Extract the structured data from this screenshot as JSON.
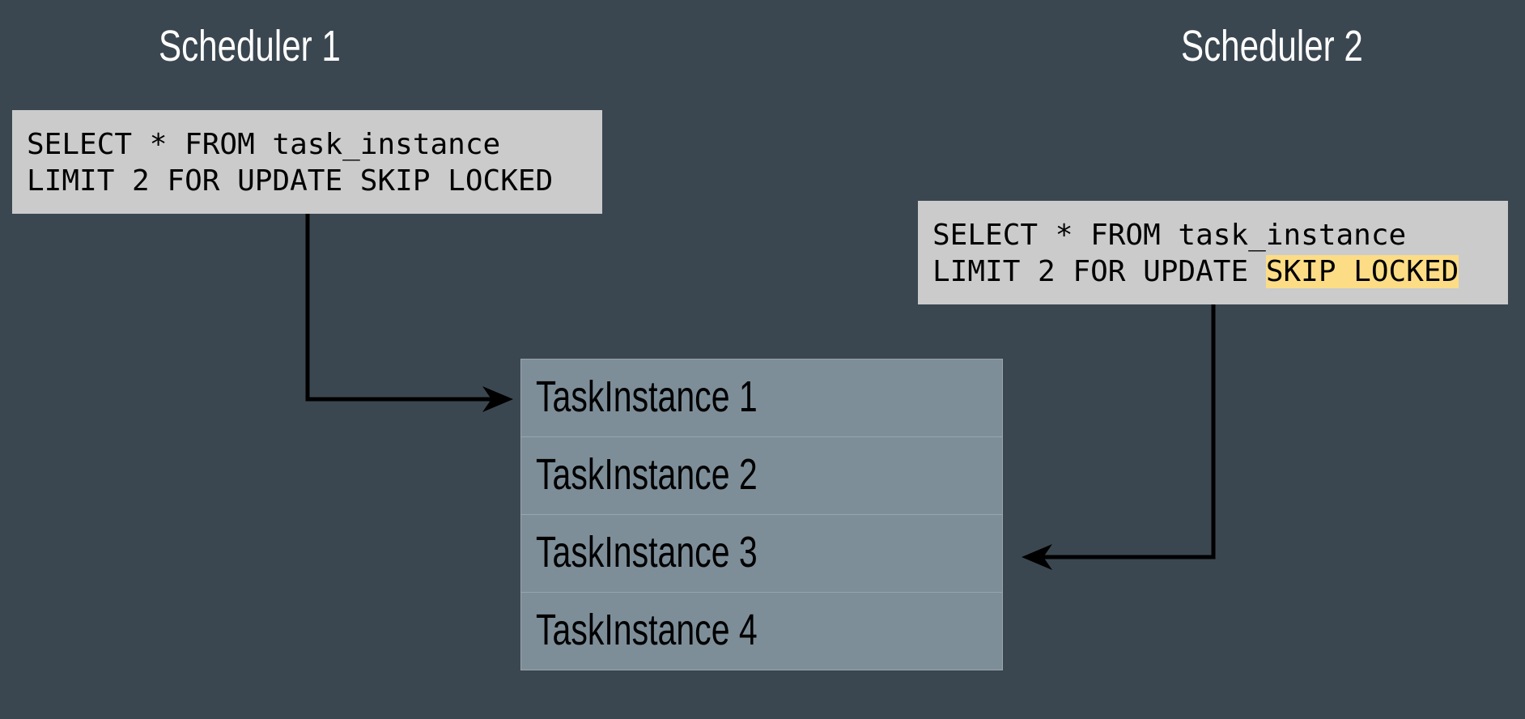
{
  "scheduler_1": {
    "title": "Scheduler 1",
    "query_line_1": "SELECT * FROM task_instance",
    "query_line_2": "LIMIT 2 FOR UPDATE SKIP LOCKED"
  },
  "scheduler_2": {
    "title": "Scheduler 2",
    "query_line_1": "SELECT * FROM task_instance",
    "query_line_2_prefix": "LIMIT 2 FOR UPDATE ",
    "query_line_2_highlight": "SKIP LOCKED"
  },
  "task_instances": [
    "TaskInstance 1",
    "TaskInstance 2",
    "TaskInstance 3",
    "TaskInstance 4"
  ],
  "colors": {
    "background": "#3b4750",
    "query_box": "#cbcbcb",
    "table_fill": "#7d8e99",
    "highlight": "#fcdd86",
    "arrow": "#000000"
  }
}
